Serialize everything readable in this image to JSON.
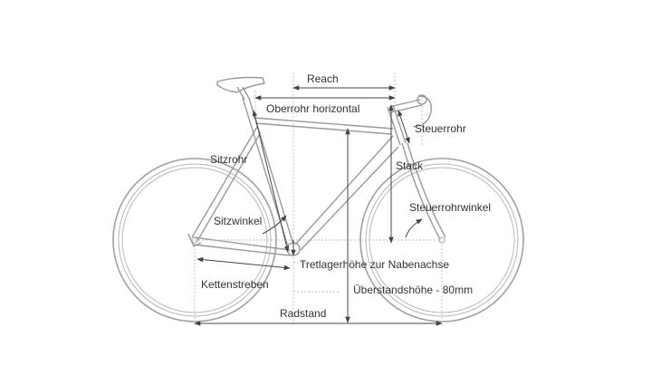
{
  "labels": {
    "reach": "Reach",
    "top_tube_horizontal": "Oberrohr horizontal",
    "head_tube": "Steuerrohr",
    "seat_tube": "Sitzrohr",
    "stack": "Stack",
    "head_tube_angle": "Steuerrohrwinkel",
    "seat_angle": "Sitzwinkel",
    "bb_drop": "Tretlagerhöhe zur Nabenachse",
    "chainstays": "Kettenstreben",
    "standover": "Überstandshöhe - 80mm",
    "wheelbase": "Radstand"
  },
  "colors": {
    "frame": "#9a9a9a",
    "dimension": "#444444",
    "text": "#333333",
    "background": "#ffffff"
  }
}
